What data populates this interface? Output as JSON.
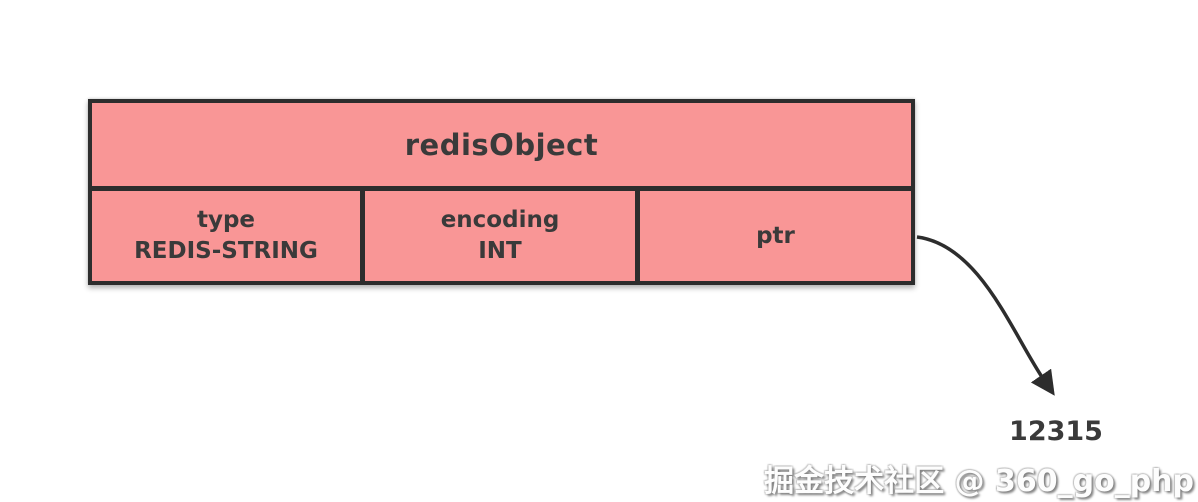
{
  "diagram": {
    "title": "redisObject",
    "fields": [
      {
        "name": "type",
        "value": "REDIS-STRING"
      },
      {
        "name": "encoding",
        "value": "INT"
      },
      {
        "name": "ptr",
        "value": ""
      }
    ],
    "pointer_target": "12315"
  },
  "watermark": {
    "text": "掘金技术社区 @ 360_go_php"
  },
  "colors": {
    "cell_fill": "#F99696",
    "border": "#2D2D2D",
    "text": "#3A3A3A",
    "arrow": "#2D2D2D",
    "background": "#FFFFFF"
  }
}
